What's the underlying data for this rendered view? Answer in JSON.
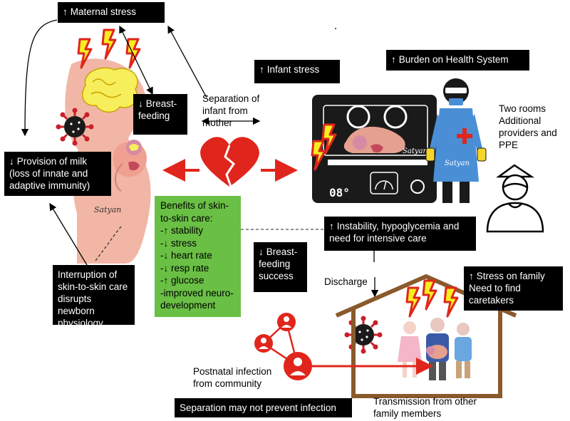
{
  "colors": {
    "red": "#e0261c",
    "green": "#6abf45",
    "black": "#000000",
    "skin": "#f2b6a6",
    "brain": "#f6ee5a",
    "gown": "#4a8fd6",
    "virus": "#c8202a"
  },
  "up_arrow": "↑",
  "down_arrow": "↓",
  "labels": {
    "maternal_stress": "Maternal stress",
    "breastfeeding": "Breast- feeding",
    "provision_of_milk": "Provision of milk (loss of innate and adaptive immunity)",
    "interruption": "Interruption of skin-to-skin care disrupts newborn physiology",
    "separation": "Separation of infant from mother",
    "infant_stress": "Infant stress",
    "burden": "Burden on Health System",
    "two_rooms": "Two rooms Additional providers and PPE",
    "instability": "Instability, hypoglycemia and need for intensive care",
    "breastfeeding_success": "Breast- feeding success",
    "discharge": "Discharge",
    "stress_on_family": "Stress on family Need to find caretakers",
    "postnatal_infection": "Postnatal infection from community",
    "transmission": "Transmission from other family members",
    "separation_not_prevent": "Separation may not prevent infection"
  },
  "benefits": {
    "title": "Benefits of skin-to-skin care:",
    "items": [
      "-↑ stability",
      "-↓ stress",
      "-↓ heart rate",
      "-↓ resp rate",
      "-↑ glucose",
      "-improved neuro-development"
    ]
  },
  "signature": "Satyan"
}
